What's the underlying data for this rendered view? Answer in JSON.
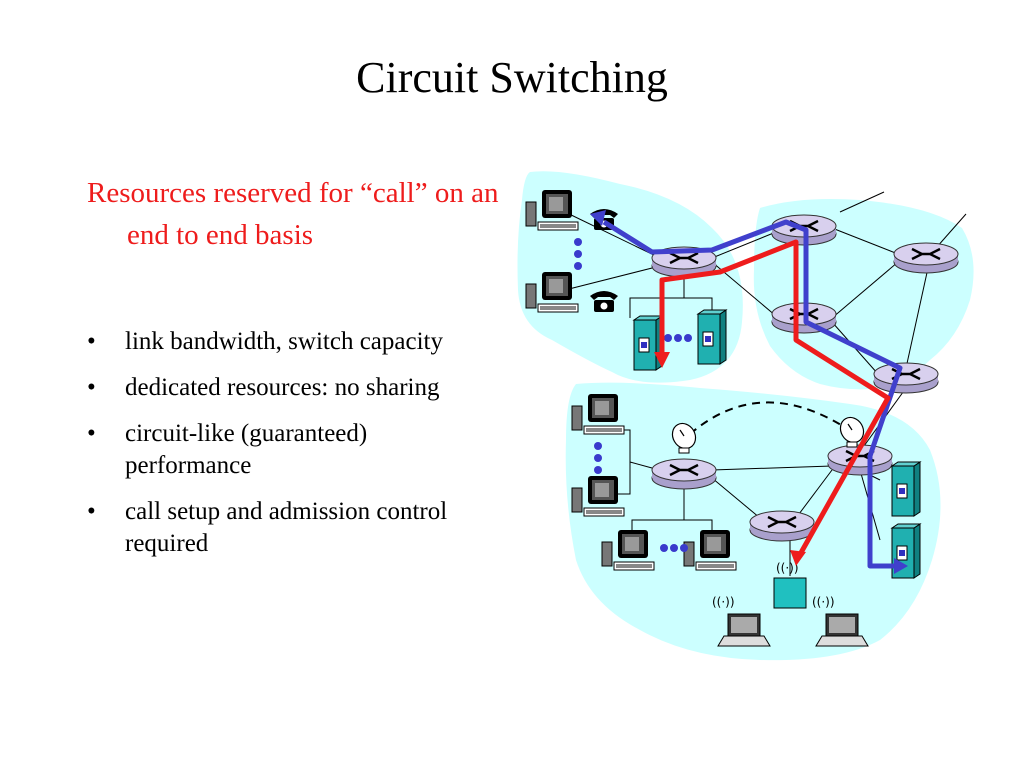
{
  "slide": {
    "title": "Circuit Switching",
    "lead": "Resources reserved for “call” on an end to end basis",
    "bullets": [
      {
        "text": "link bandwidth,  switch capacity"
      },
      {
        "text": "dedicated resources: no sharing"
      },
      {
        "text": "circuit-like (guaranteed) performance"
      },
      {
        "text": "call setup and admission control required"
      }
    ]
  },
  "diagram": {
    "colors": {
      "network_fill": "#ccffff",
      "router_fill": "#d8d0ee",
      "path_red": "#ee1c1c",
      "path_blue": "#4040cc",
      "server_fill": "#20b0b0",
      "dots": "#3a3acc"
    },
    "icons": [
      "desktop-computer-icon",
      "telephone-icon",
      "router-icon",
      "server-icon",
      "satellite-dish-icon",
      "wireless-access-point-icon",
      "laptop-icon"
    ]
  }
}
